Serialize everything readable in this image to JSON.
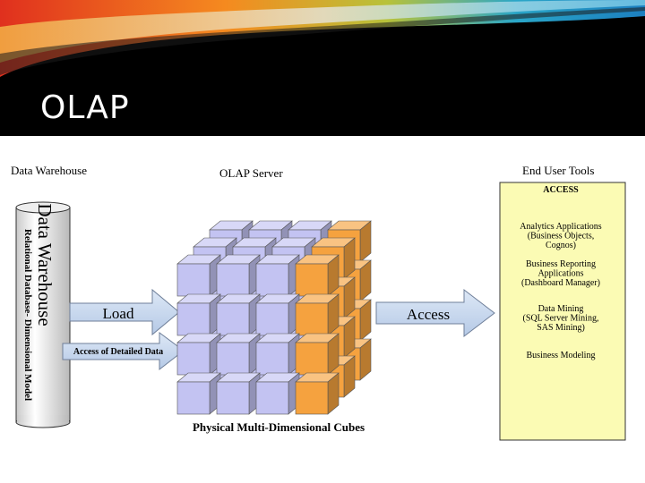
{
  "slide": {
    "title": "OLAP"
  },
  "diagram": {
    "data_warehouse": {
      "heading": "Data Warehouse",
      "cylinder_title": "Data Warehouse",
      "cylinder_subtitle": "Relational Database- Dimensional Model"
    },
    "olap_server": {
      "heading": "OLAP Server",
      "cube_caption": "Physical Multi-Dimensional Cubes"
    },
    "arrows": {
      "load": "Load",
      "detail": "Access of Detailed Data",
      "access": "Access"
    },
    "end_user_tools": {
      "heading": "End User Tools",
      "box_title": "ACCESS",
      "items": [
        {
          "lines": [
            "Analytics Applications",
            "(Business Objects,",
            "Cognos)"
          ]
        },
        {
          "lines": [
            "Business Reporting",
            "Applications",
            "(Dashboard Manager)"
          ]
        },
        {
          "lines": [
            "Data Mining",
            "(SQL Server Mining,",
            "SAS Mining)"
          ]
        },
        {
          "lines": [
            "Business Modeling"
          ]
        }
      ]
    },
    "colors": {
      "cube_blue": "#c3c3f2",
      "cube_orange": "#f5a23f",
      "arrow_fill": "#c3d4ec",
      "tools_fill": "#fbfbb4"
    }
  }
}
